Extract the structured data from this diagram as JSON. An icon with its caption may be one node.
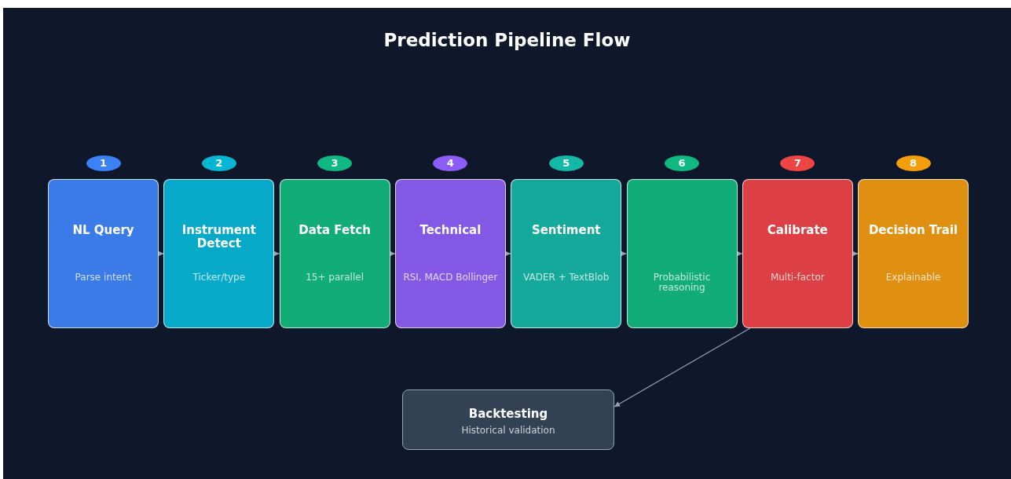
{
  "diagram": {
    "title": "Prediction Pipeline Flow",
    "nodes": [
      {
        "text": [
          "NL Query",
          "Parse intent"
        ],
        "beside": [
          "1"
        ]
      },
      {
        "text": [
          "Instrument Detect",
          "Ticker/type"
        ],
        "beside": [
          "2"
        ]
      },
      {
        "text": [
          "Data Fetch",
          "15+ parallel"
        ],
        "beside": [
          "3"
        ]
      },
      {
        "text": [
          "Technical",
          "RSI, MACD Bollinger"
        ],
        "beside": [
          "4"
        ]
      },
      {
        "text": [
          "Sentiment",
          "VADER + TextBlob"
        ],
        "beside": [
          "5"
        ]
      },
      {
        "text": [
          "Probabilistic reasoning"
        ],
        "beside": [
          "6"
        ]
      },
      {
        "text": [
          "Calibrate",
          "Multi-factor"
        ],
        "beside": [
          "7"
        ]
      },
      {
        "text": [
          "Decision Trail",
          "Explainable"
        ],
        "beside": [
          "8"
        ]
      },
      {
        "text": [
          "Backtesting",
          "Historical validation"
        ]
      }
    ],
    "edges": [
      {
        "from": 0,
        "to": 1,
        "arrow": "to"
      },
      {
        "from": 1,
        "to": 2,
        "arrow": "to"
      },
      {
        "from": 2,
        "to": 3,
        "arrow": "to"
      },
      {
        "from": 3,
        "to": 4,
        "arrow": "to"
      },
      {
        "from": 4,
        "to": 5,
        "arrow": "to"
      },
      {
        "from": 5,
        "to": 6,
        "arrow": "to"
      },
      {
        "from": 6,
        "to": 7,
        "arrow": "to"
      },
      {
        "from": 6,
        "to": 8,
        "arrow": "to"
      }
    ]
  }
}
